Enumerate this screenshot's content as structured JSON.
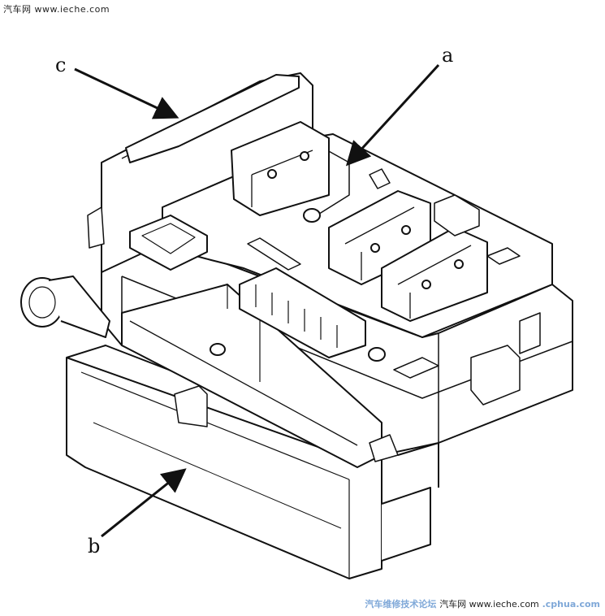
{
  "watermark_top": "汽车网 www.ieche.com",
  "watermark_bottom": {
    "main": "汽车维修技术论坛",
    "site": ".cphua.com",
    "overlay": "汽车网 www.ieche.com"
  },
  "callouts": {
    "a": "a",
    "b": "b",
    "c": "c"
  },
  "colors": {
    "ink": "#111111",
    "paper": "#ffffff",
    "watermark_blue": "#7fa8d8"
  }
}
